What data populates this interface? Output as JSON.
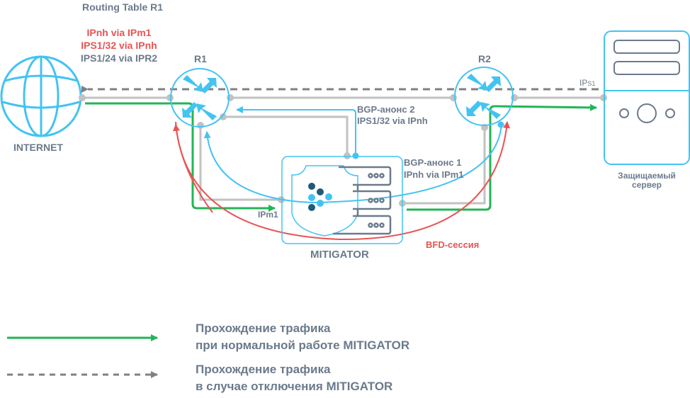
{
  "colors": {
    "accent_blue": "#44c3f2",
    "green": "#22b556",
    "red": "#e85454",
    "gray_line": "#c2c2c2",
    "dashed": "#808080",
    "text": "#6b7a8c",
    "dark_dot": "#1e5a7a"
  },
  "routing_table": {
    "title": "Routing Table R1",
    "entries": [
      {
        "text": "IPnh via IPm1",
        "highlight": true
      },
      {
        "text": "IPS1/32 via IPnh",
        "highlight": true
      },
      {
        "text": "IPS1/24 via IPR2",
        "highlight": false
      }
    ]
  },
  "nodes": {
    "internet": {
      "label": "INTERNET",
      "icon": "globe-icon"
    },
    "r1": {
      "label": "R1",
      "icon": "router-icon"
    },
    "r2": {
      "label": "R2",
      "icon": "router-icon"
    },
    "mitigator": {
      "label": "MITIGATOR",
      "icon": "shield-server-icon"
    },
    "server": {
      "label_line1": "Защищаемый",
      "label_line2": "сервер",
      "icon": "server-icon"
    }
  },
  "annotations": {
    "bgp2_line1": "BGP-анонс 2",
    "bgp2_line2": "IPS1/32 via IPnh",
    "bgp1_line1": "BGP-анонс 1",
    "bgp1_line2": "IPnh via IPm1",
    "bfd": "BFD-сессия",
    "ipm1": "IPm1",
    "ips1_prefix": "IP",
    "ips1_sub": "S1"
  },
  "legend": [
    {
      "style": "solid-green",
      "line1": "Прохождение трафика",
      "line2": "при нормальной работе MITIGATOR"
    },
    {
      "style": "dashed-gray",
      "line1": "Прохождение трафика",
      "line2": "в случае отключения MITIGATOR"
    }
  ]
}
